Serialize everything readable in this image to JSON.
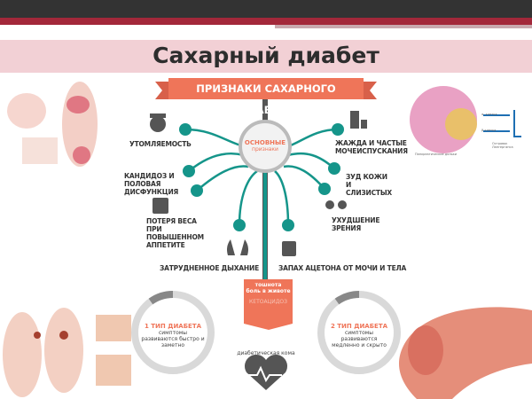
{
  "slide": {
    "title": "Сахарный диабет"
  },
  "infographic": {
    "banner": "ПРИЗНАКИ САХАРНОГО ДИАБЕТА",
    "center": {
      "line1": "ОСНОВНЫЕ",
      "line2": "признаки"
    },
    "symptoms": {
      "fatigue": "УТОМЛЯЕМОСТЬ",
      "candidiasis": "КАНДИДОЗ И ПОЛОВАЯ ДИСФУНКЦИЯ",
      "weight_loss": "ПОТЕРЯ ВЕСА ПРИ ПОВЫШЕННОМ АППЕТИТЕ",
      "breathing": "ЗАТРУДНЕННОЕ ДЫХАНИЕ",
      "thirst": "ЖАЖДА И ЧАСТЫЕ МОЧЕИСПУСКАНИЯ",
      "itch": "ЗУД КОЖИ И СЛИЗИСТЫХ",
      "vision": "УХУДШЕНИЕ ЗРЕНИЯ",
      "acetone": "ЗАПАХ АЦЕТОНА ОТ МОЧИ И ТЕЛА"
    },
    "ketoacidosis": {
      "line1": "тошнота",
      "line2": "боль в животе",
      "title": "КЕТОАЦИДОЗ"
    },
    "coma": "диабетическая кома",
    "type1": {
      "title": "1 ТИП ДИАБЕТА",
      "desc": "симптомы развиваются быстро и заметно"
    },
    "type2": {
      "title": "2 ТИП ДИАБЕТА",
      "desc": "симптомы развиваются медленно и скрыто"
    }
  },
  "pancreas_diagram": {
    "alpha": "α- клетка",
    "beta": "β-клетка",
    "islet": "Островок Лангерганса",
    "lobules": "Панкреатические дольки"
  },
  "colors": {
    "accent": "#ef7559",
    "teal": "#15958a",
    "title_band": "#f2d0d5",
    "dark_bar": "#333333",
    "red_band": "#a3283a"
  }
}
